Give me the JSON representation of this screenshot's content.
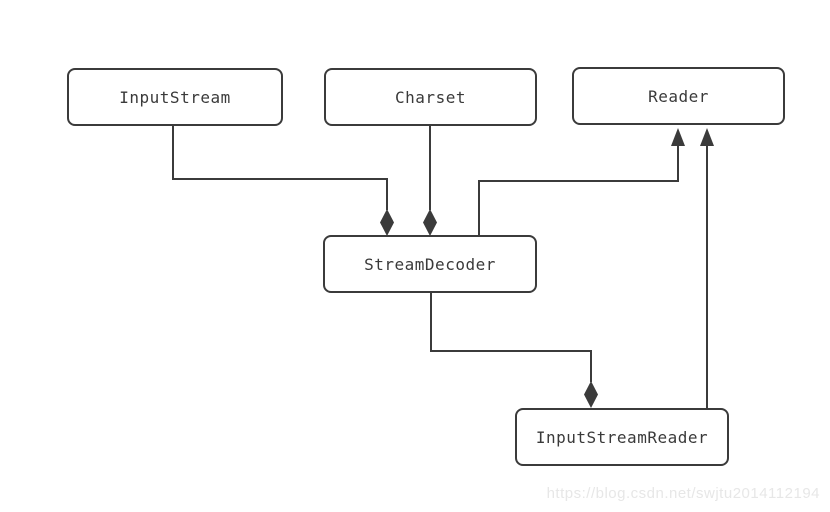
{
  "diagram": {
    "nodes": [
      {
        "id": "inputstream",
        "label": "InputStream"
      },
      {
        "id": "charset",
        "label": "Charset"
      },
      {
        "id": "reader",
        "label": "Reader"
      },
      {
        "id": "streamdecoder",
        "label": "StreamDecoder"
      },
      {
        "id": "inputstreamreader",
        "label": "InputStreamReader"
      }
    ],
    "edges": [
      {
        "from": "InputStream",
        "to": "StreamDecoder",
        "type": "aggregation",
        "marker": "filled-diamond-at-target"
      },
      {
        "from": "Charset",
        "to": "StreamDecoder",
        "type": "aggregation",
        "marker": "filled-diamond-at-target"
      },
      {
        "from": "StreamDecoder",
        "to": "Reader",
        "type": "inheritance",
        "marker": "filled-arrow-at-target"
      },
      {
        "from": "InputStreamReader",
        "to": "Reader",
        "type": "inheritance",
        "marker": "filled-arrow-at-target"
      },
      {
        "from": "StreamDecoder",
        "to": "InputStreamReader",
        "type": "aggregation",
        "marker": "filled-diamond-at-target"
      }
    ]
  },
  "watermark": {
    "text": "https://blog.csdn.net/swjtu2014112194"
  },
  "colors": {
    "stroke": "#3b3b3b",
    "box_fill": "#ffffff",
    "text": "#3a3a3a",
    "watermark": "#e7e7e7",
    "background": "#ffffff"
  }
}
